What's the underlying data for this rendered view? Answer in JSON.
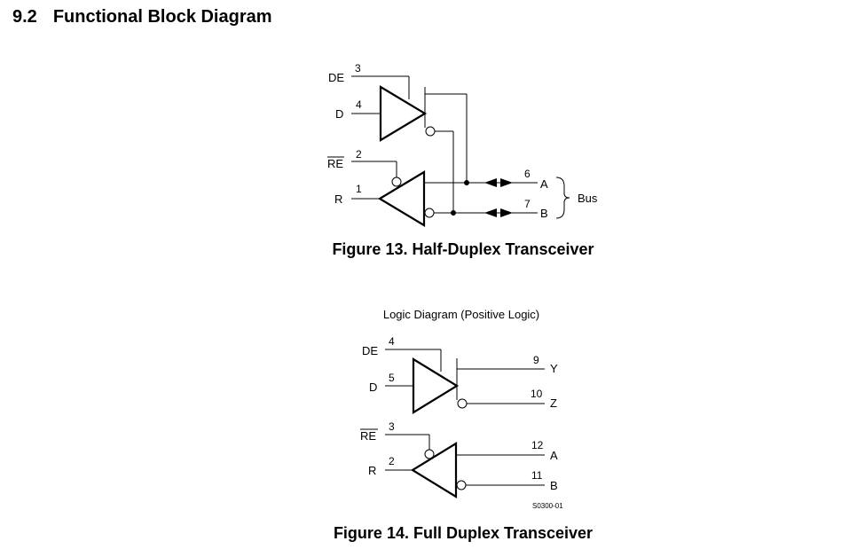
{
  "section": {
    "number": "9.2",
    "title": "Functional Block Diagram"
  },
  "fig13": {
    "caption": "Figure 13.  Half-Duplex Transceiver",
    "labels": {
      "de": "DE",
      "d": "D",
      "re": "RE",
      "r": "R",
      "a": "A",
      "b": "B",
      "bus": "Bus"
    },
    "pins": {
      "de": "3",
      "d": "4",
      "re": "2",
      "r": "1",
      "a": "6",
      "b": "7"
    }
  },
  "fig14": {
    "subtitle": "Logic Diagram (Positive Logic)",
    "caption": "Figure 14.  Full Duplex Transceiver",
    "code": "S0300-01",
    "labels": {
      "de": "DE",
      "d": "D",
      "re": "RE",
      "r": "R",
      "y": "Y",
      "z": "Z",
      "a": "A",
      "b": "B"
    },
    "pins": {
      "de": "4",
      "d": "5",
      "re": "3",
      "r": "2",
      "y": "9",
      "z": "10",
      "a": "12",
      "b": "11"
    }
  }
}
